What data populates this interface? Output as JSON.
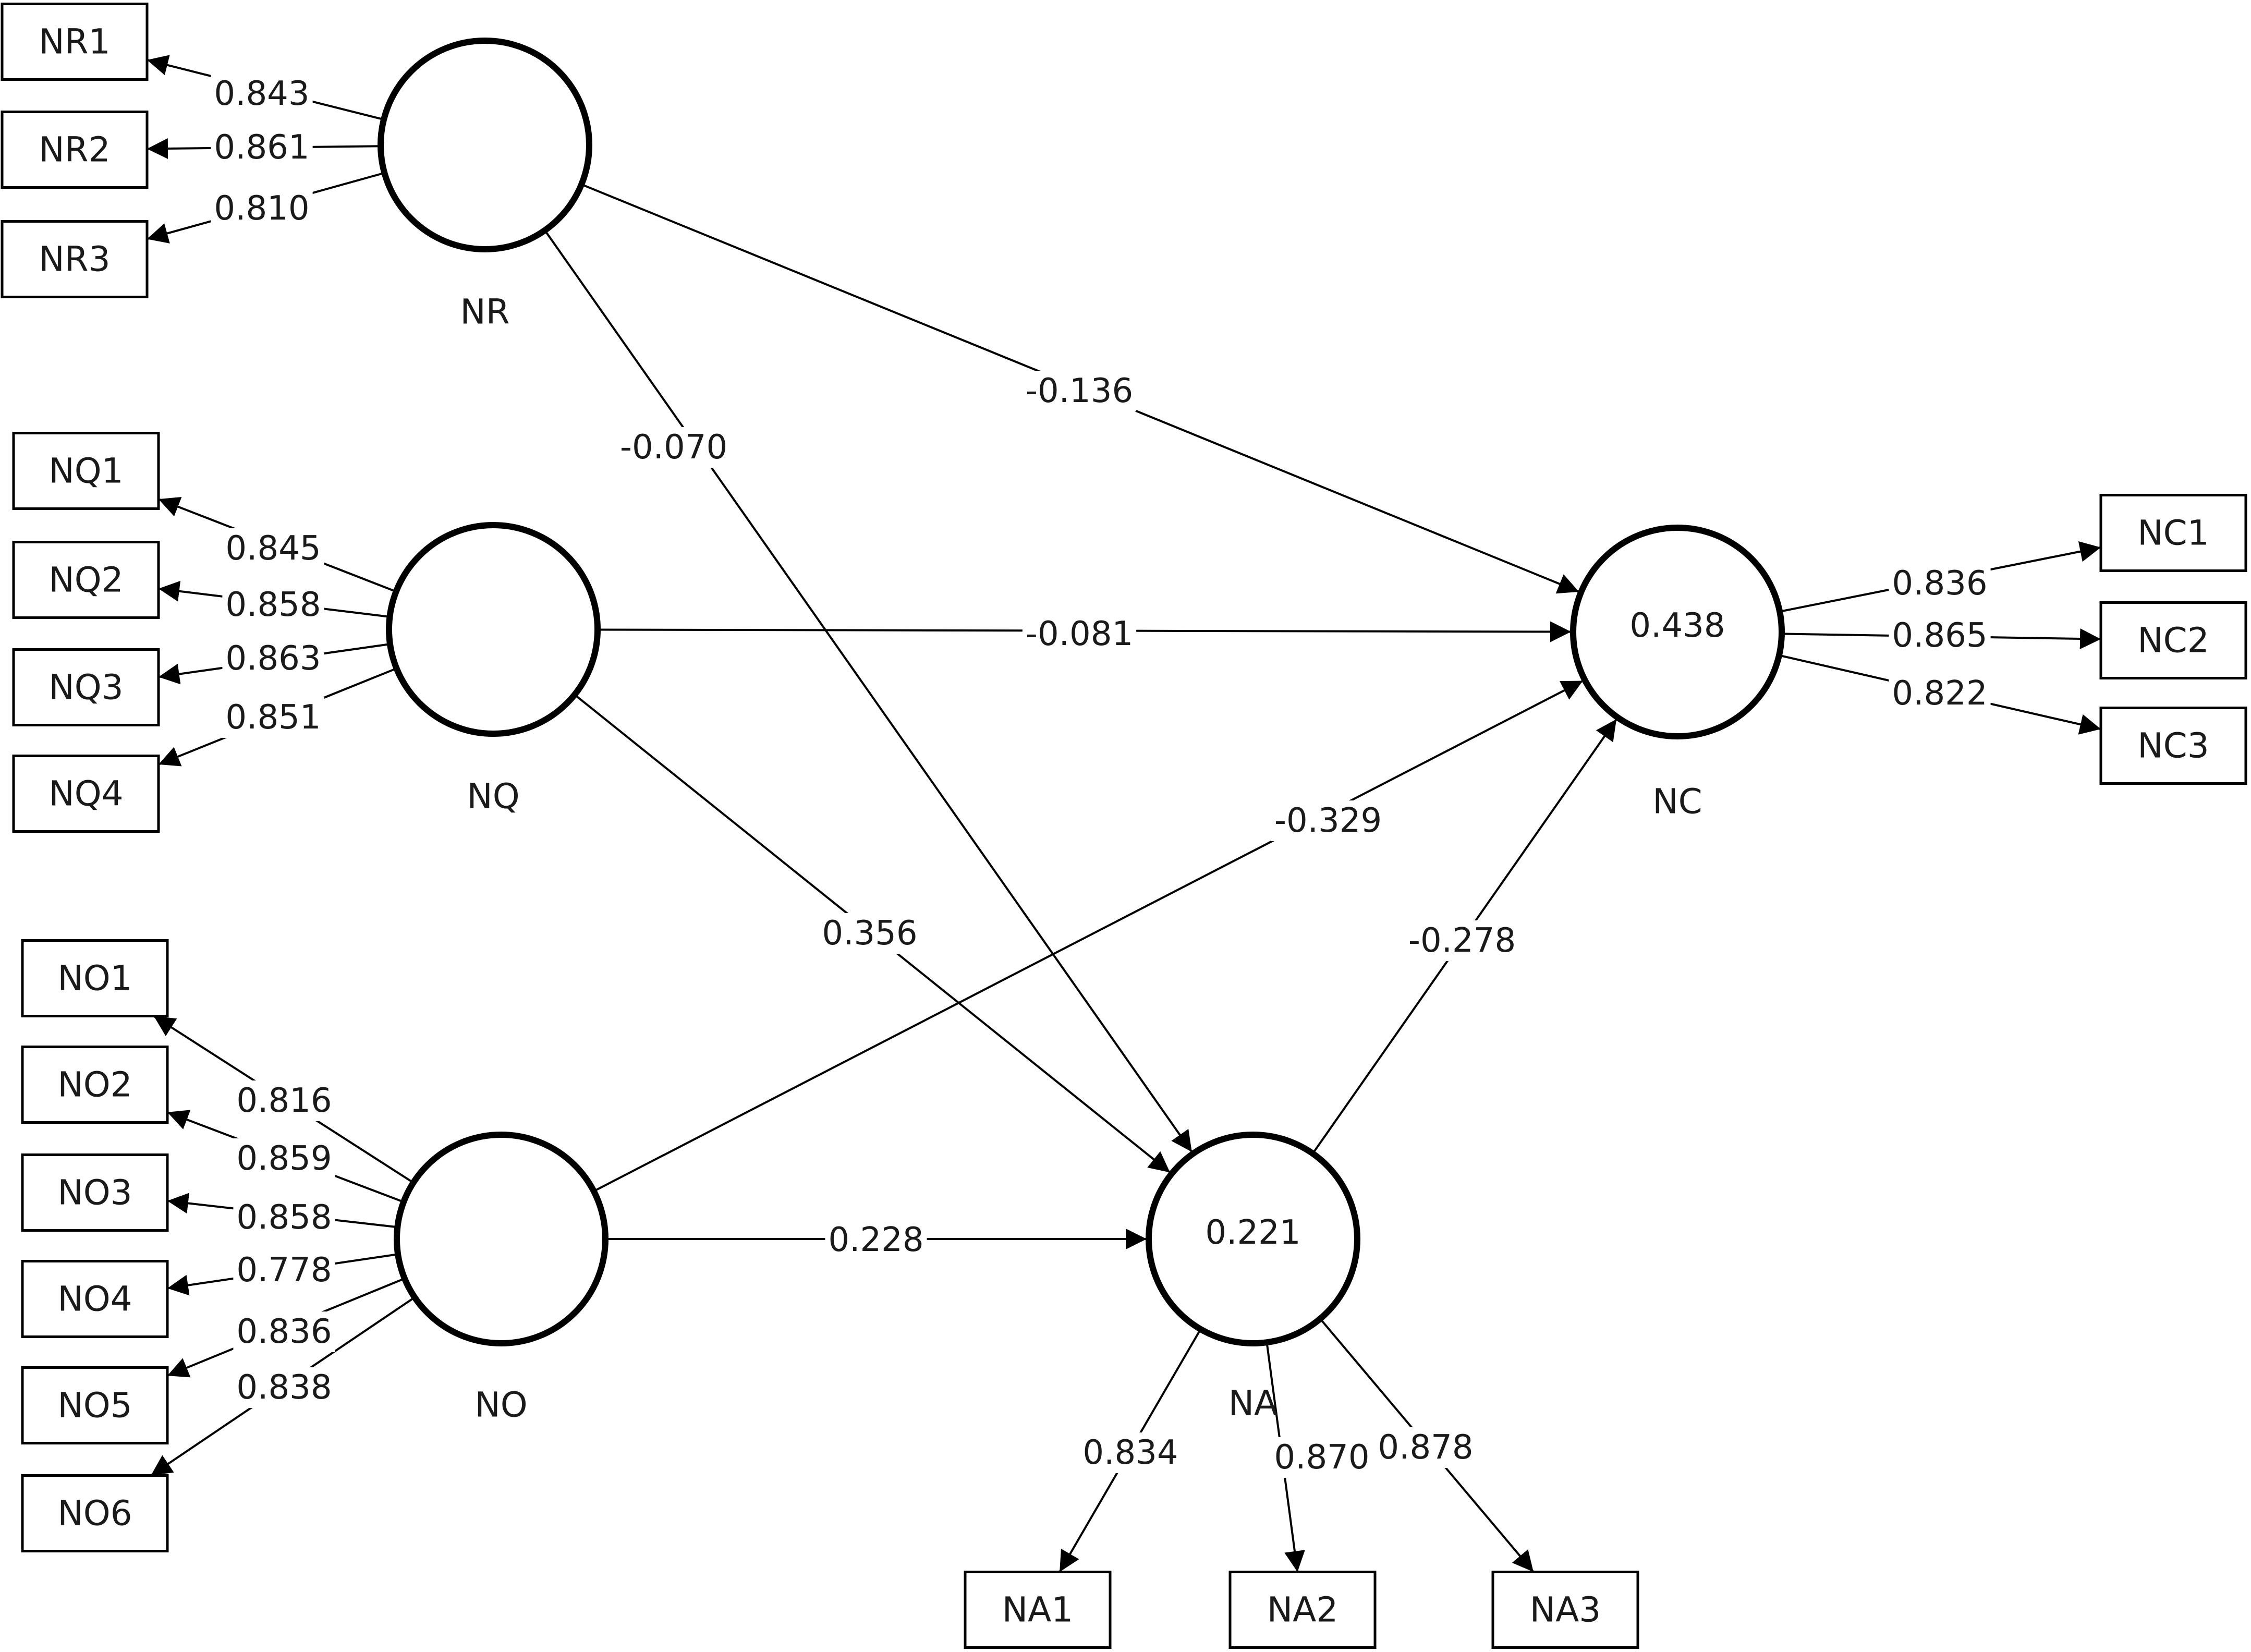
{
  "latent": {
    "NR": {
      "name": "NR"
    },
    "NQ": {
      "name": "NQ"
    },
    "NO": {
      "name": "NO"
    },
    "NA": {
      "name": "NA",
      "r2": "0.221"
    },
    "NC": {
      "name": "NC",
      "r2": "0.438"
    }
  },
  "indicators": {
    "NR1": "NR1",
    "NR2": "NR2",
    "NR3": "NR3",
    "NQ1": "NQ1",
    "NQ2": "NQ2",
    "NQ3": "NQ3",
    "NQ4": "NQ4",
    "NO1": "NO1",
    "NO2": "NO2",
    "NO3": "NO3",
    "NO4": "NO4",
    "NO5": "NO5",
    "NO6": "NO6",
    "NA1": "NA1",
    "NA2": "NA2",
    "NA3": "NA3",
    "NC1": "NC1",
    "NC2": "NC2",
    "NC3": "NC3"
  },
  "loadings": {
    "NR1": "0.843",
    "NR2": "0.861",
    "NR3": "0.810",
    "NQ1": "0.845",
    "NQ2": "0.858",
    "NQ3": "0.863",
    "NQ4": "0.851",
    "NO1": "0.816",
    "NO2": "0.859",
    "NO3": "0.858",
    "NO4": "0.778",
    "NO5": "0.836",
    "NO6": "0.838",
    "NA1": "0.834",
    "NA2": "0.870",
    "NA3": "0.878",
    "NC1": "0.836",
    "NC2": "0.865",
    "NC3": "0.822"
  },
  "paths": {
    "NR_NC": "-0.136",
    "NR_NA": "-0.070",
    "NQ_NC": "-0.081",
    "NQ_NA": "0.356",
    "NO_NC": "-0.329",
    "NO_NA": "0.228",
    "NA_NC": "-0.278"
  }
}
